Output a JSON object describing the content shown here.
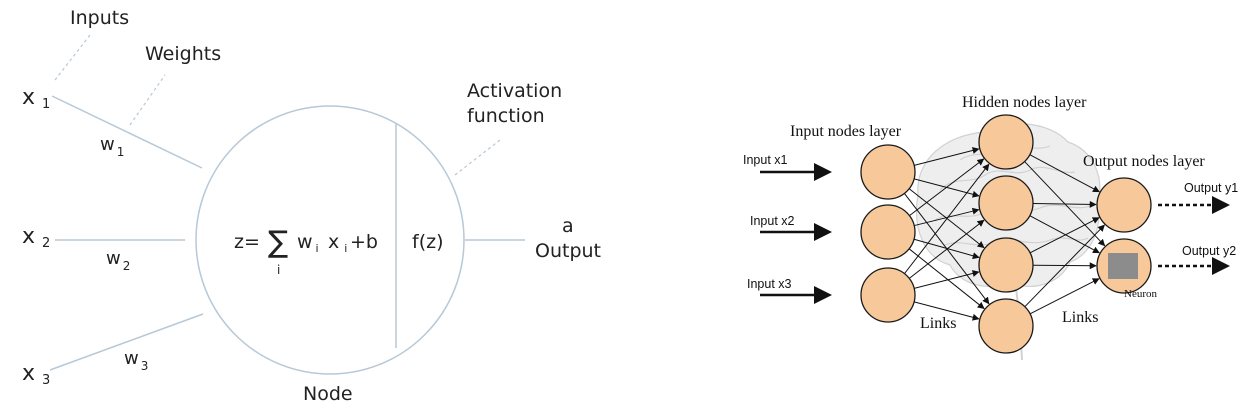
{
  "perceptron": {
    "label_inputs": "Inputs",
    "label_weights": "Weights",
    "x1_base": "x",
    "x1_sub": "1",
    "x2_base": "x",
    "x2_sub": "2",
    "x3_base": "x",
    "x3_sub": "3",
    "w1_base": "w",
    "w1_sub": "1",
    "w2_base": "w",
    "w2_sub": "2",
    "w3_base": "w",
    "w3_sub": "3",
    "formula_z": "z=",
    "formula_sum": "∑",
    "formula_sum_sub": "i",
    "formula_w": "w",
    "formula_w_sub": "i",
    "formula_x": "x",
    "formula_x_sub": "i",
    "formula_b": "+b",
    "activation_fz": "f(z)",
    "activation_label_line1": "Activation",
    "activation_label_line2": "function",
    "output_a": "a",
    "output_label": "Output",
    "node_label": "Node"
  },
  "network": {
    "label_input_layer": "Input nodes layer",
    "label_hidden_layer": "Hidden nodes layer",
    "label_output_layer": "Output nodes layer",
    "input_labels": [
      "Input x1",
      "Input x2",
      "Input x3"
    ],
    "output_labels": [
      "Output y1",
      "Output y2"
    ],
    "label_links_left": "Links",
    "label_links_right": "Links",
    "label_neuron": "Neuron",
    "colors": {
      "node_fill": "#f7c99a",
      "node_stroke": "#1a1a1a",
      "neuron_square": "#8c8c8c",
      "brain": "#d9d9d9"
    }
  }
}
